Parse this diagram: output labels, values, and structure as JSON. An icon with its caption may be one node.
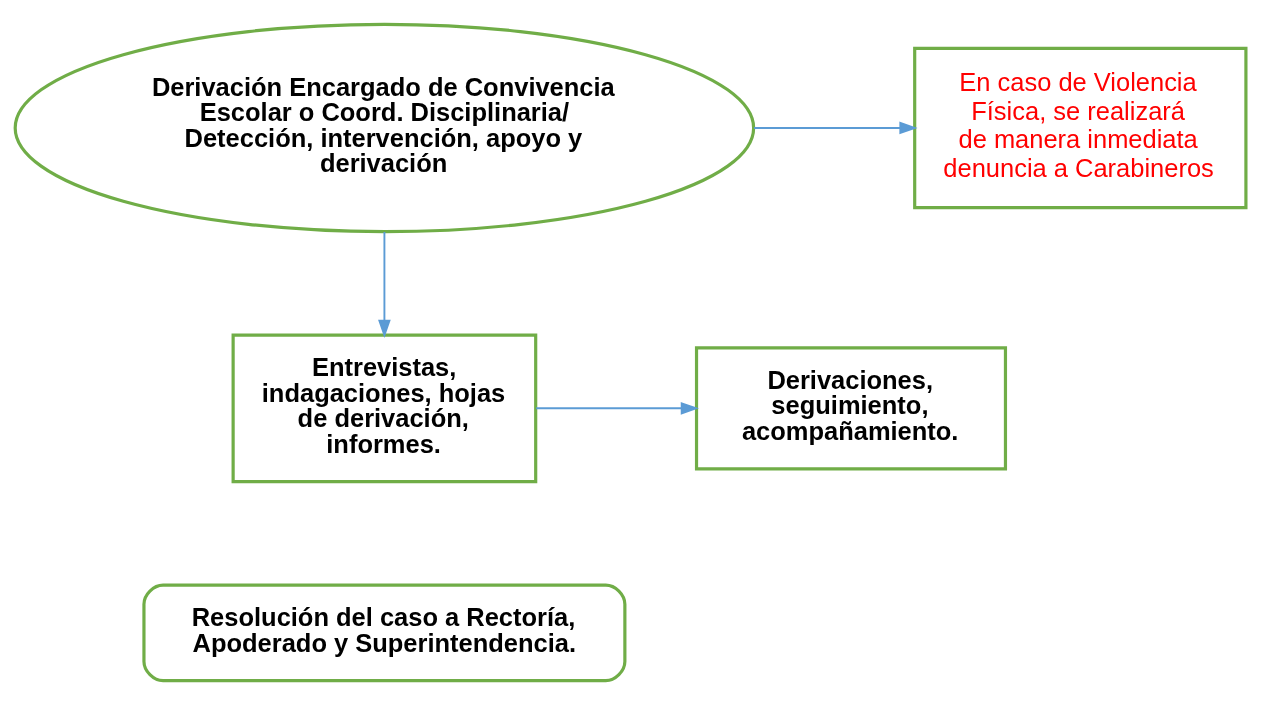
{
  "diagram": {
    "nodes": [
      {
        "text": [
          "Derivación Encargado de Convivencia Escolar o Coord. Disciplinaria/ Detección, intervención, apoyo y derivación"
        ]
      },
      {
        "text": [
          "En caso de Violencia Física, se realizará de manera inmediata denuncia a Carabineros"
        ]
      },
      {
        "text": [
          "Entrevistas, indagaciones, hojas de derivación, informes."
        ]
      },
      {
        "text": [
          "Derivaciones, seguimiento, acompañamiento."
        ]
      },
      {
        "text": [
          "Resolución del caso a Rectoría, Apoderado y Superintendencia."
        ]
      }
    ],
    "edges": [
      {
        "from": 0,
        "to": 1,
        "arrow": "to"
      },
      {
        "from": 0,
        "to": 2,
        "arrow": "to"
      },
      {
        "from": 2,
        "to": 3,
        "arrow": "to"
      }
    ]
  }
}
